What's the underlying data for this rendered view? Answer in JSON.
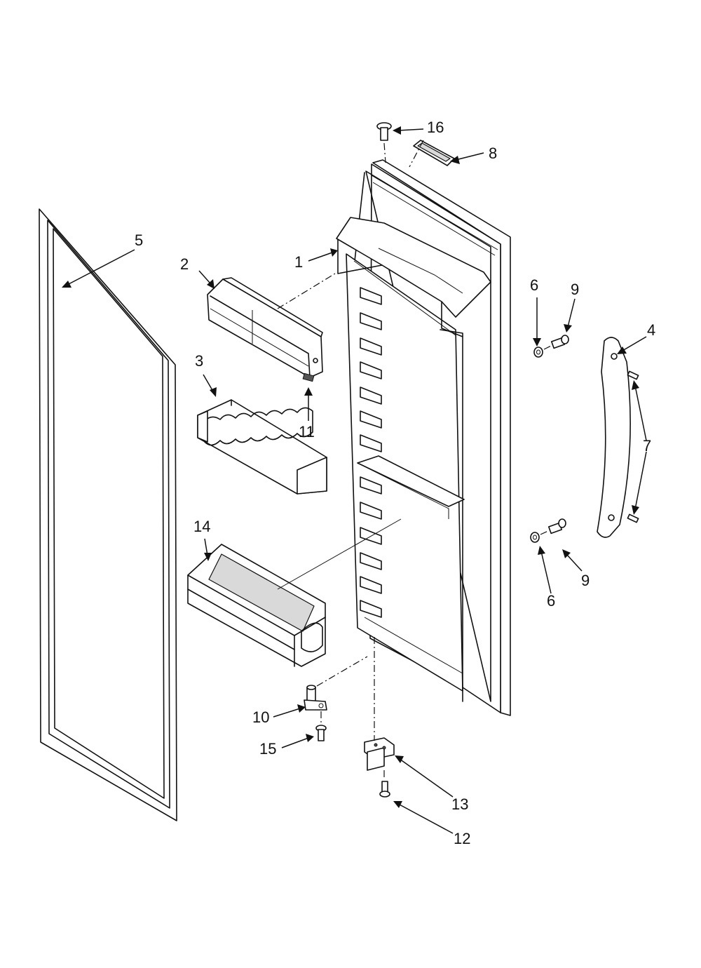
{
  "diagram": {
    "callouts": [
      "1",
      "2",
      "3",
      "4",
      "5",
      "6",
      "7",
      "8",
      "9",
      "10",
      "11",
      "12",
      "13",
      "14",
      "15",
      "16"
    ]
  }
}
